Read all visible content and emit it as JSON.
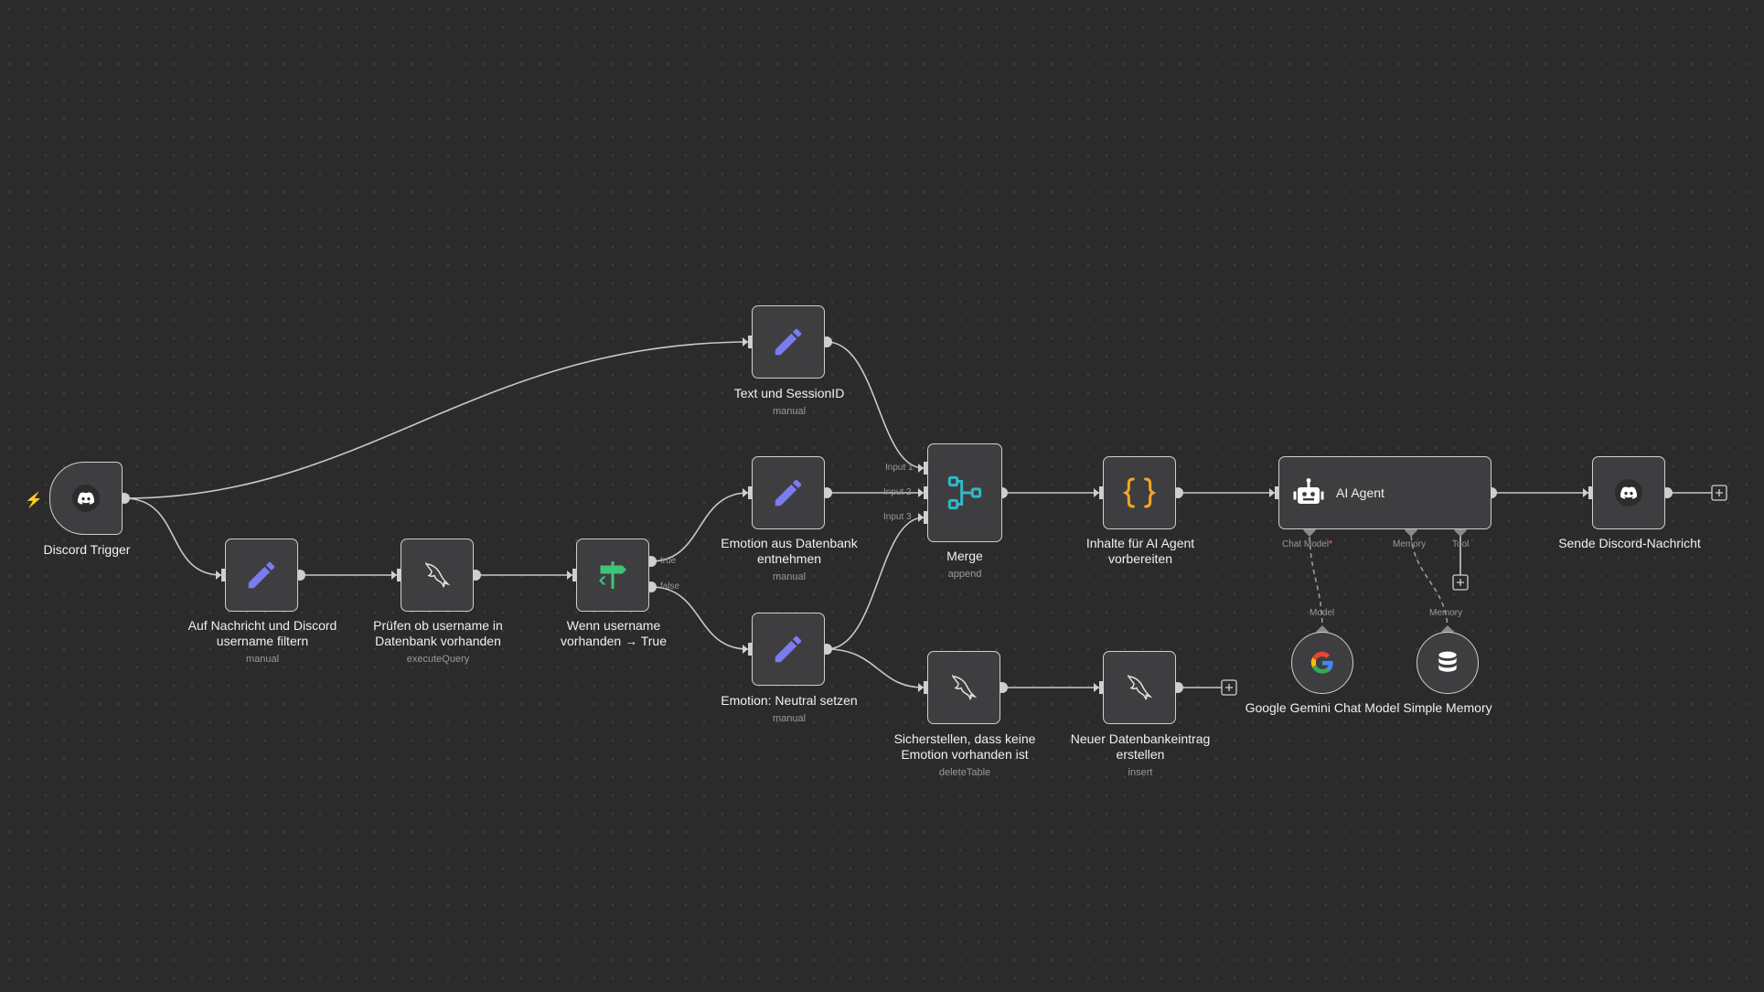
{
  "nodes": {
    "discord_trigger": {
      "label": "Discord Trigger",
      "sub": ""
    },
    "text_session": {
      "label": "Text und SessionID",
      "sub": "manual"
    },
    "filter_msg": {
      "label": "Auf Nachricht und Discord username filtern",
      "sub": "manual"
    },
    "check_user": {
      "label": "Prüfen ob username in Datenbank vorhanden",
      "sub": "executeQuery"
    },
    "if_user": {
      "label": "Wenn username vorhanden → True",
      "sub": ""
    },
    "emotion_db": {
      "label": "Emotion aus Datenbank entnehmen",
      "sub": "manual"
    },
    "emotion_neutral": {
      "label": "Emotion: Neutral setzen",
      "sub": "manual"
    },
    "merge": {
      "label": "Merge",
      "sub": "append"
    },
    "ensure_none": {
      "label": "Sicherstellen, dass keine Emotion vorhanden ist",
      "sub": "deleteTable"
    },
    "new_entry": {
      "label": "Neuer Datenbankeintrag erstellen",
      "sub": "insert"
    },
    "prepare_ai": {
      "label": "Inhalte für AI Agent vorbereiten",
      "sub": ""
    },
    "ai_agent": {
      "label": "AI Agent",
      "sub": ""
    },
    "send_discord": {
      "label": "Sende Discord-Nachricht",
      "sub": ""
    },
    "gemini": {
      "label": "Google Gemini Chat Model",
      "sub": ""
    },
    "memory": {
      "label": "Simple Memory",
      "sub": ""
    }
  },
  "ports": {
    "true": "true",
    "false": "false",
    "input1": "Input 1",
    "input2": "Input 2",
    "input3": "Input 3",
    "chat_model": "Chat Model",
    "chat_model_required": "*",
    "memory": "Memory",
    "tool": "Tool",
    "model": "Model",
    "memory_out": "Memory"
  },
  "colors": {
    "background": "#2b2b2b",
    "node_fill": "#3e3e40",
    "node_border": "#cfcfcf",
    "edit_icon": "#7b7bf2",
    "if_icon": "#3ec47a",
    "merge_icon": "#2fb8c9",
    "code_icon": "#f5a623",
    "connection": "#c8c8c8",
    "required": "#ff6b6b"
  },
  "icons": {
    "discord": "discord-icon",
    "edit": "pencil-icon",
    "mysql": "mysql-dolphin-icon",
    "if": "signpost-icon",
    "merge": "merge-icon",
    "code": "curly-braces-icon",
    "robot": "robot-icon",
    "google": "google-g-icon",
    "database": "database-icon",
    "trigger": "lightning-icon",
    "add": "plus-icon"
  }
}
